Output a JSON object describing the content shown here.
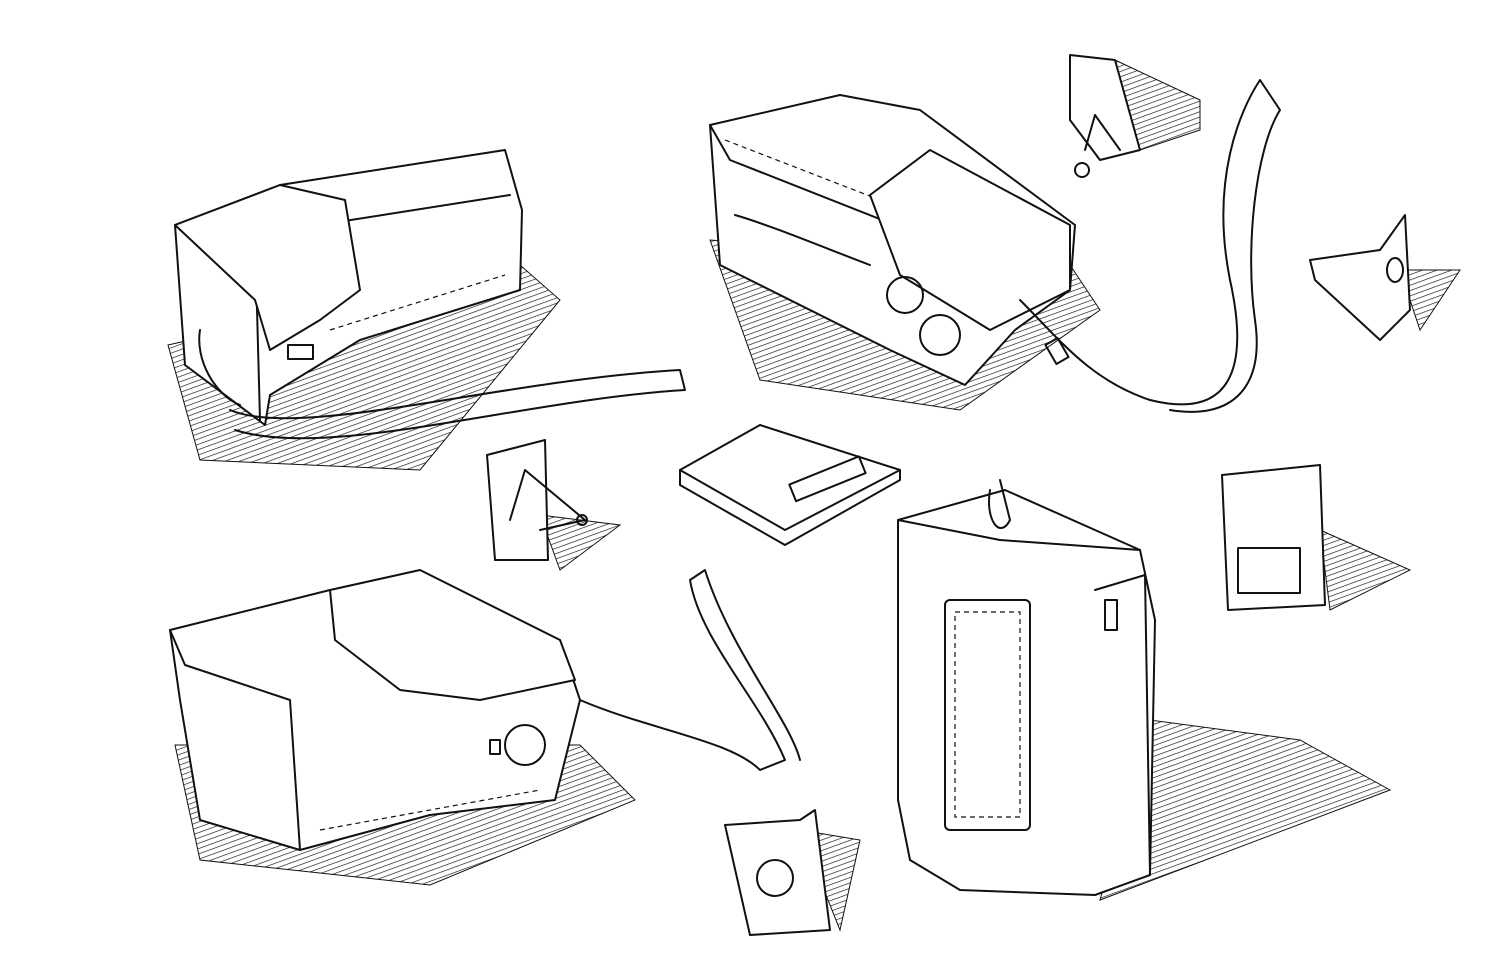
{
  "colors": {
    "ink": "#111111",
    "paper": "#ffffff"
  },
  "subject": {
    "icons": [
      "camera-case-sketch",
      "lens-cap-sketch",
      "memory-card-sketch"
    ]
  }
}
